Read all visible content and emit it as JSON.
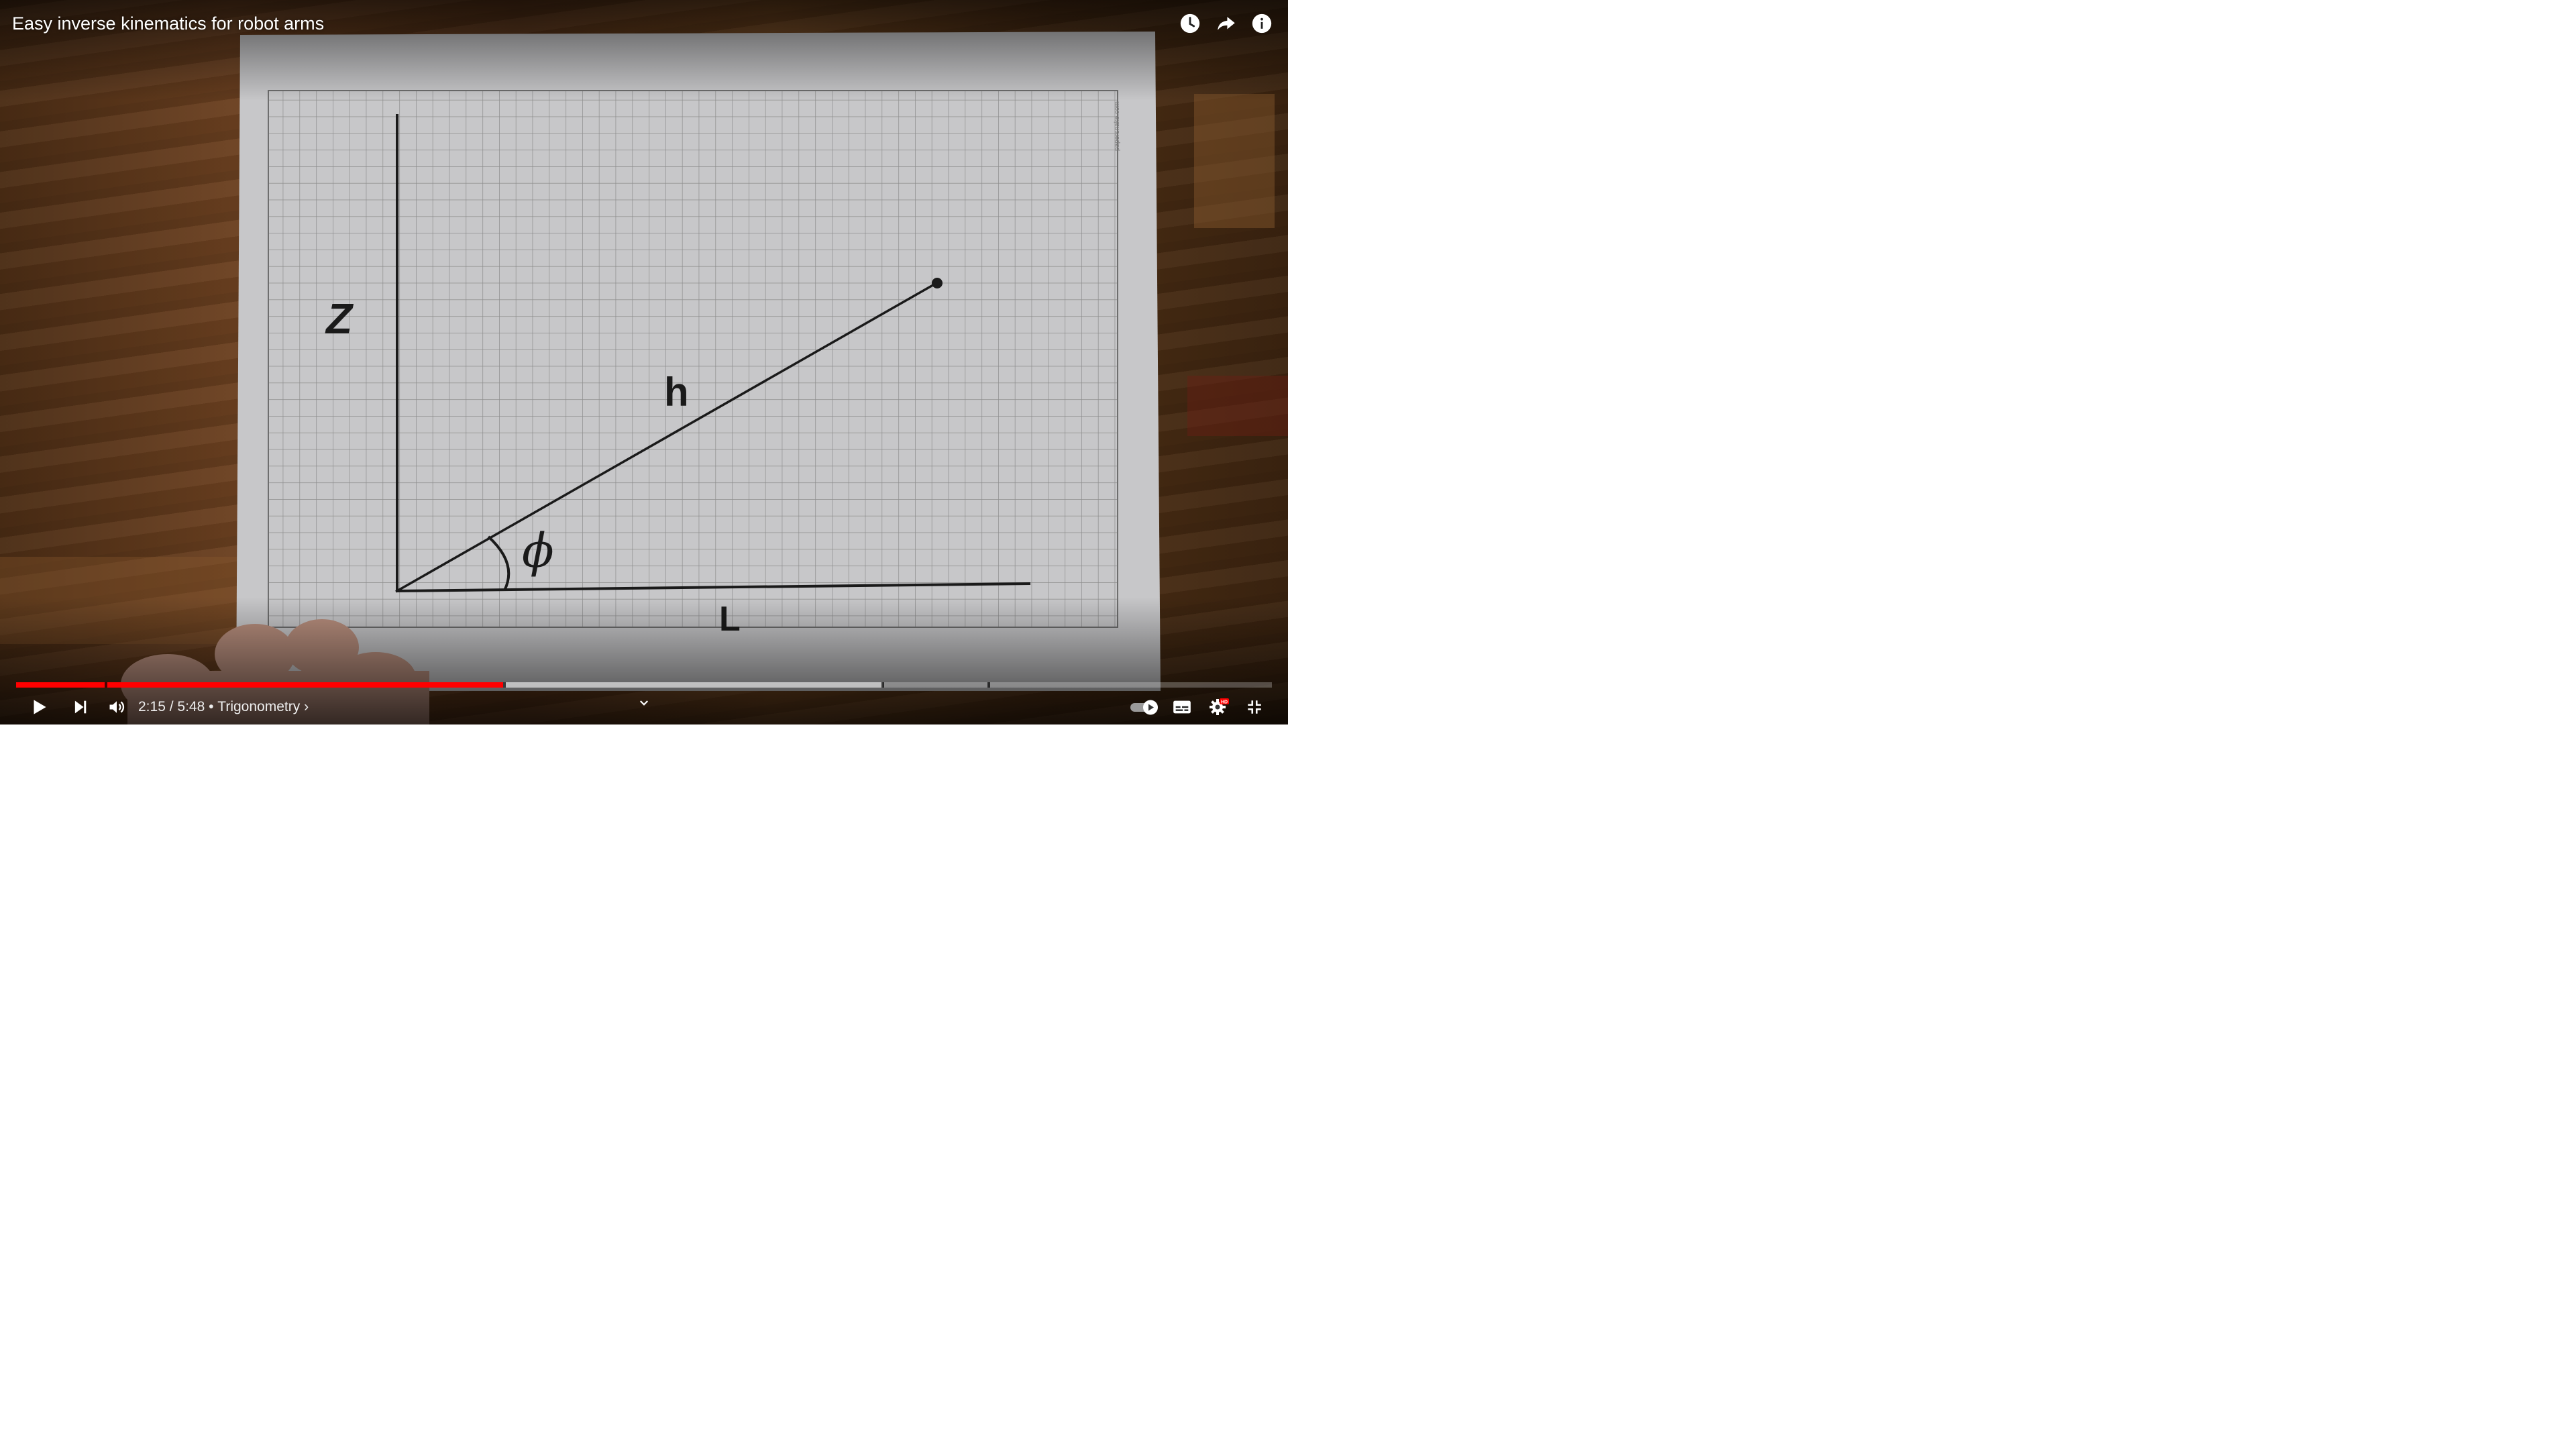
{
  "video": {
    "title": "Easy inverse kinematics for robot arms",
    "diagram_labels": {
      "vertical_axis": "Z",
      "hypotenuse": "h",
      "angle": "ϕ",
      "horizontal_axis": "L"
    },
    "watermark": "papersnake.com"
  },
  "top_icons": [
    "watch-later-icon",
    "share-icon",
    "info-icon"
  ],
  "controls": {
    "time_current": "2:15",
    "time_separator": " / ",
    "time_total": "5:48",
    "chapter_separator": " • ",
    "chapter_title": "Trigonometry",
    "chapter_chevron": " ›",
    "autoplay_on": true,
    "quality_badge": "HD",
    "progress_fraction": 0.388,
    "buffer_fraction": 0.69
  },
  "colors": {
    "played": "#ff0000",
    "quality_badge": "#ff0000"
  }
}
